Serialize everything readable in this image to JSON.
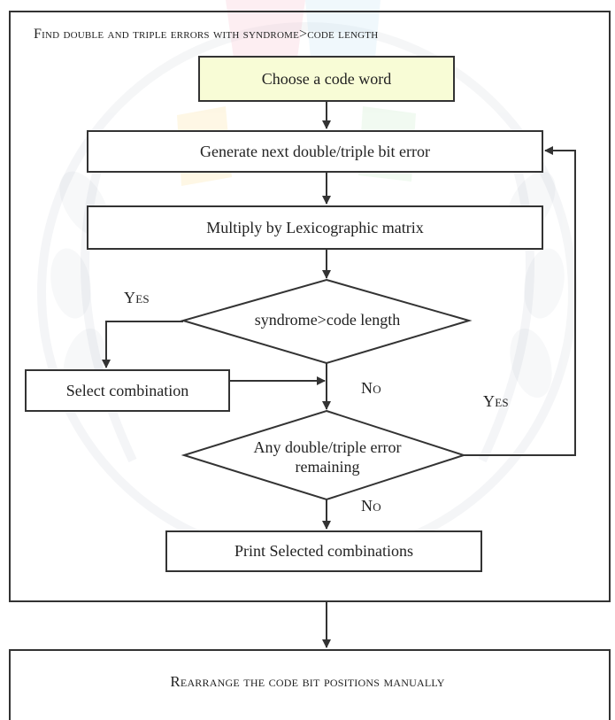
{
  "diagram": {
    "title_top": "Find double and triple errors with syndrome>code length",
    "title_bottom": "Rearrange the code  bit positions manually",
    "nodes": {
      "choose": "Choose a code word",
      "generate": "Generate next double/triple bit error",
      "multiply": "Multiply by Lexicographic matrix",
      "syndrome_check": "syndrome>code length",
      "select": "Select combination",
      "remaining_check_line1": "Any double/triple error",
      "remaining_check_line2": "remaining",
      "print": "Print Selected combinations"
    },
    "edge_labels": {
      "yes_left": "Yes",
      "no_1": "No",
      "yes_right": "Yes",
      "no_2": "No"
    }
  }
}
